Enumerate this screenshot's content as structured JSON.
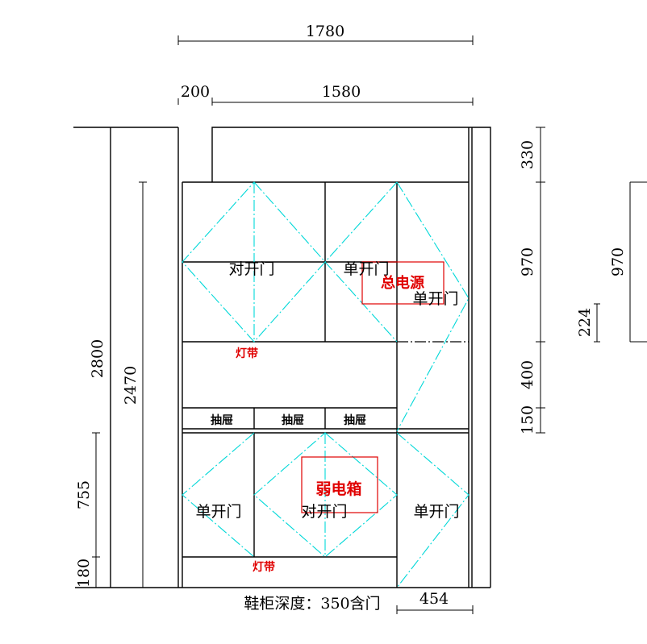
{
  "dimensions": {
    "total_width": "1780",
    "left_width": "200",
    "right_width": "1580",
    "total_height": "2800",
    "cabinet_height": "2470",
    "lower_section": "755",
    "base": "180",
    "top_gap": "330",
    "upper_cabinet": "970",
    "middle_open": "400",
    "drawer_row": "150",
    "far_right_upper": "970",
    "small_gap": "224",
    "bottom_right_width": "454"
  },
  "labels": {
    "double_door_upper": "对开门",
    "single_door_upper": "单开门",
    "single_door_right": "单开门",
    "main_power": "总电源",
    "light_strip_upper": "灯带",
    "drawer_1": "抽屉",
    "drawer_2": "抽屉",
    "drawer_3": "抽屉",
    "weak_box": "弱电箱",
    "single_door_lower_left": "单开门",
    "double_door_lower": "对开门",
    "single_door_lower_right": "单开门",
    "light_strip_lower": "灯带",
    "depth_note": "鞋柜深度：350含门"
  }
}
